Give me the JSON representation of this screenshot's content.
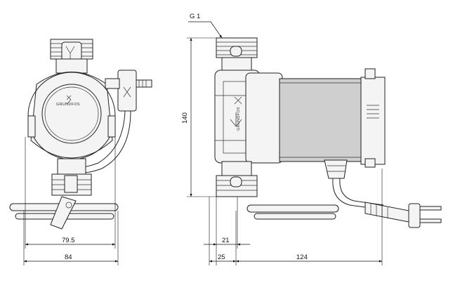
{
  "labels": {
    "thread": "G 1",
    "height": "140",
    "width_inner": "79.5",
    "width_outer": "84",
    "port_21": "21",
    "port_25": "25",
    "length": "124",
    "brand_front": "GRUNDFOS",
    "brand_side": "GRUNDFOS"
  }
}
